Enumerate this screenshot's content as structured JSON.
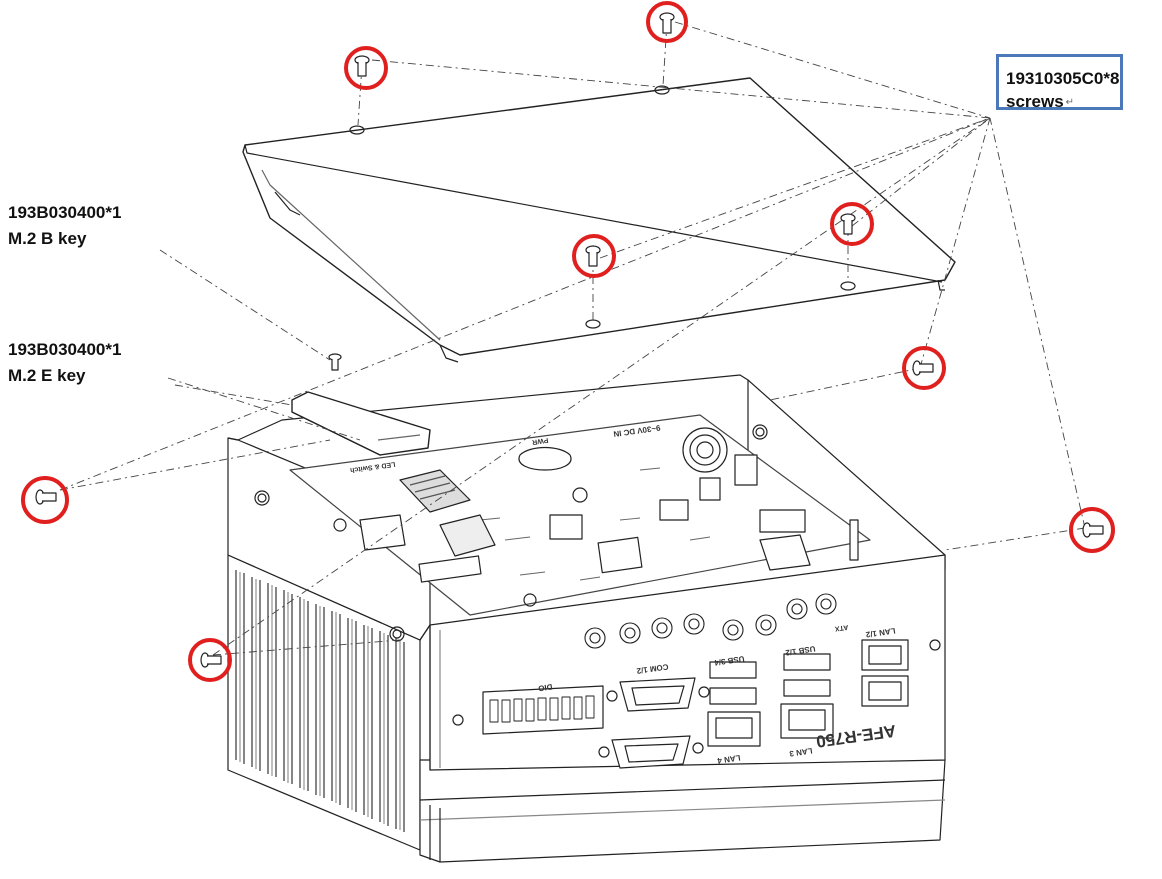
{
  "callouts": {
    "screws": {
      "line1": "19310305C0*8",
      "line2": "screws",
      "mark": "↵"
    },
    "b_key": {
      "line1": "193B030400*1",
      "line2": "M.2 B key"
    },
    "e_key": {
      "line1": "193B030400*1",
      "line2": "M.2 E key"
    }
  },
  "device_labels": {
    "model": "AFE-R750",
    "lan12": "LAN 1/2",
    "lan3": "LAN 3",
    "lan4": "LAN 4",
    "usb12": "USB 1/2",
    "usb34": "USB 3/4",
    "com12": "COM 1/2",
    "dio": "DIO",
    "power": "9~30V DC IN",
    "antenna": "ATX",
    "led": "LED & Switch",
    "pwr": "PWR"
  },
  "colors": {
    "highlight_circle": "#e0201f",
    "callout_border": "#4a78b8",
    "line_art": "#222222"
  }
}
